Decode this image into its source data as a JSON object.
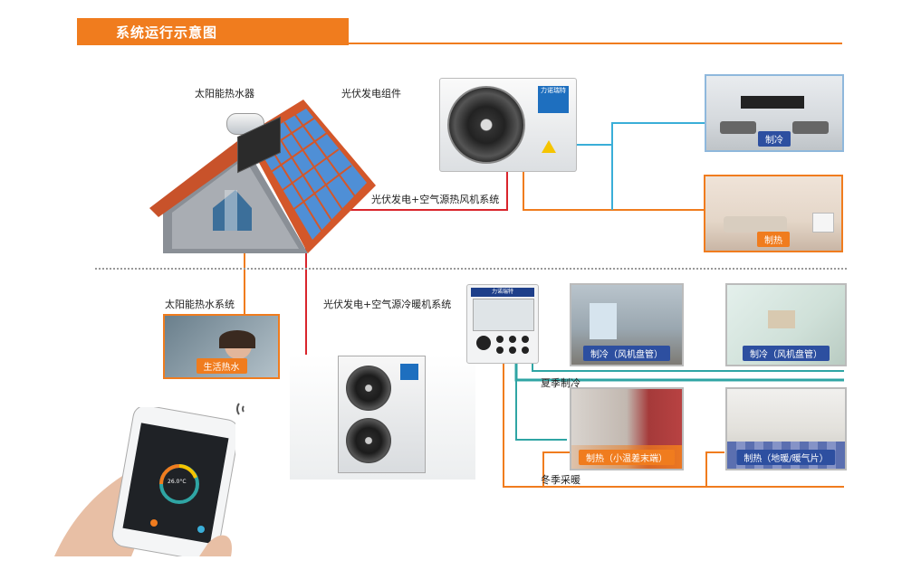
{
  "title": "系统运行示意图",
  "labels": {
    "solar_heater": "太阳能热水器",
    "pv_module": "光伏发电组件",
    "pv_air_fan": "光伏发电+空气源热风机系统",
    "solar_water_system": "太阳能热水系统",
    "pv_air_cold_warm": "光伏发电+空气源冷暖机系统",
    "summer_cooling": "夏季制冷",
    "winter_heating": "冬季采暖",
    "brand": "力诺瑞特"
  },
  "tags": {
    "cooling": "制冷",
    "heating": "制热",
    "hot_water": "生活热水",
    "cooling_fan1": "制冷（风机盘管）",
    "cooling_fan2": "制冷（风机盘管）",
    "heating_small": "制热（小温差末端）",
    "heating_floor": "制热（地暖/暖气片）"
  },
  "colors": {
    "orange": "#f07c1e",
    "red": "#d9252c",
    "cyan": "#3aaed8",
    "teal": "#2fa5a4",
    "blue_tag": "#2d4fa0"
  },
  "phone": {
    "reading": "26.0°C"
  }
}
